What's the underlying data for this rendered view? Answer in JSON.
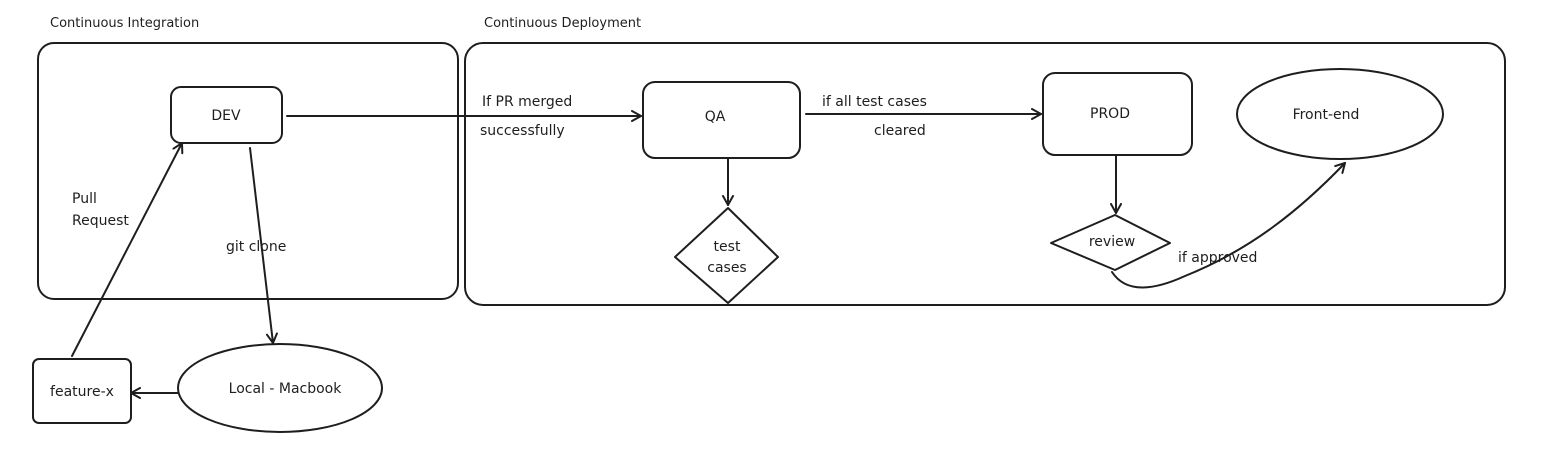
{
  "groups": {
    "ci": {
      "title": "Continuous Integration"
    },
    "cd": {
      "title": "Continuous Deployment"
    }
  },
  "nodes": {
    "dev": "DEV",
    "qa": "QA",
    "prod": "PROD",
    "front_end": "Front-end",
    "test_cases": {
      "line1": "test",
      "line2": "cases"
    },
    "review": "review",
    "local_macbook": "Local - Macbook",
    "feature_x": "feature-x"
  },
  "edges": {
    "dev_to_qa": {
      "line1": "If PR merged",
      "line2": "successfully"
    },
    "qa_to_prod": {
      "line1": "if all test cases",
      "line2": "cleared"
    },
    "review_to_frontend": "if approved",
    "dev_to_local": "git clone",
    "feature_to_dev": {
      "line1": "Pull",
      "line2": "Request"
    }
  }
}
